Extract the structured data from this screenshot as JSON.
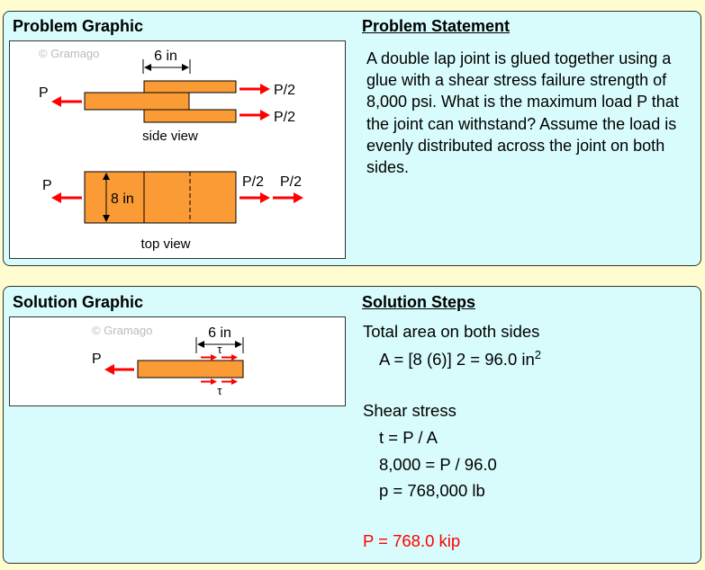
{
  "problem": {
    "graphic_title": "Problem Graphic",
    "statement_title": "Problem Statement",
    "statement": "A double lap joint is glued together using a glue with a shear stress failure strength of 8,000 psi. What is the maximum load P that the joint can withstand? Assume the load is evenly distributed across the joint on both sides.",
    "figure": {
      "watermark": "© Gramago",
      "length_label": "6 in",
      "width_label": "8 in",
      "load_label": "P",
      "half_load_label": "P/2",
      "side_view_label": "side view",
      "top_view_label": "top view"
    }
  },
  "solution": {
    "graphic_title": "Solution Graphic",
    "steps_title": "Solution Steps",
    "figure": {
      "watermark": "© Gramago",
      "length_label": "6 in",
      "tau_label": "τ",
      "load_label": "P"
    },
    "steps": [
      "Total area on both sides",
      "A = [8 (6)] 2 = 96.0 in",
      "Shear stress",
      "t = P / A",
      "8,000 = P / 96.0",
      "p = 768,000 lb"
    ],
    "area_exponent": "2",
    "answer": "P = 768.0 kip"
  },
  "colors": {
    "plate": "#fb9b36",
    "arrow": "#ff0000",
    "panel": "#d8fcfc",
    "answer": "#ff0000"
  }
}
